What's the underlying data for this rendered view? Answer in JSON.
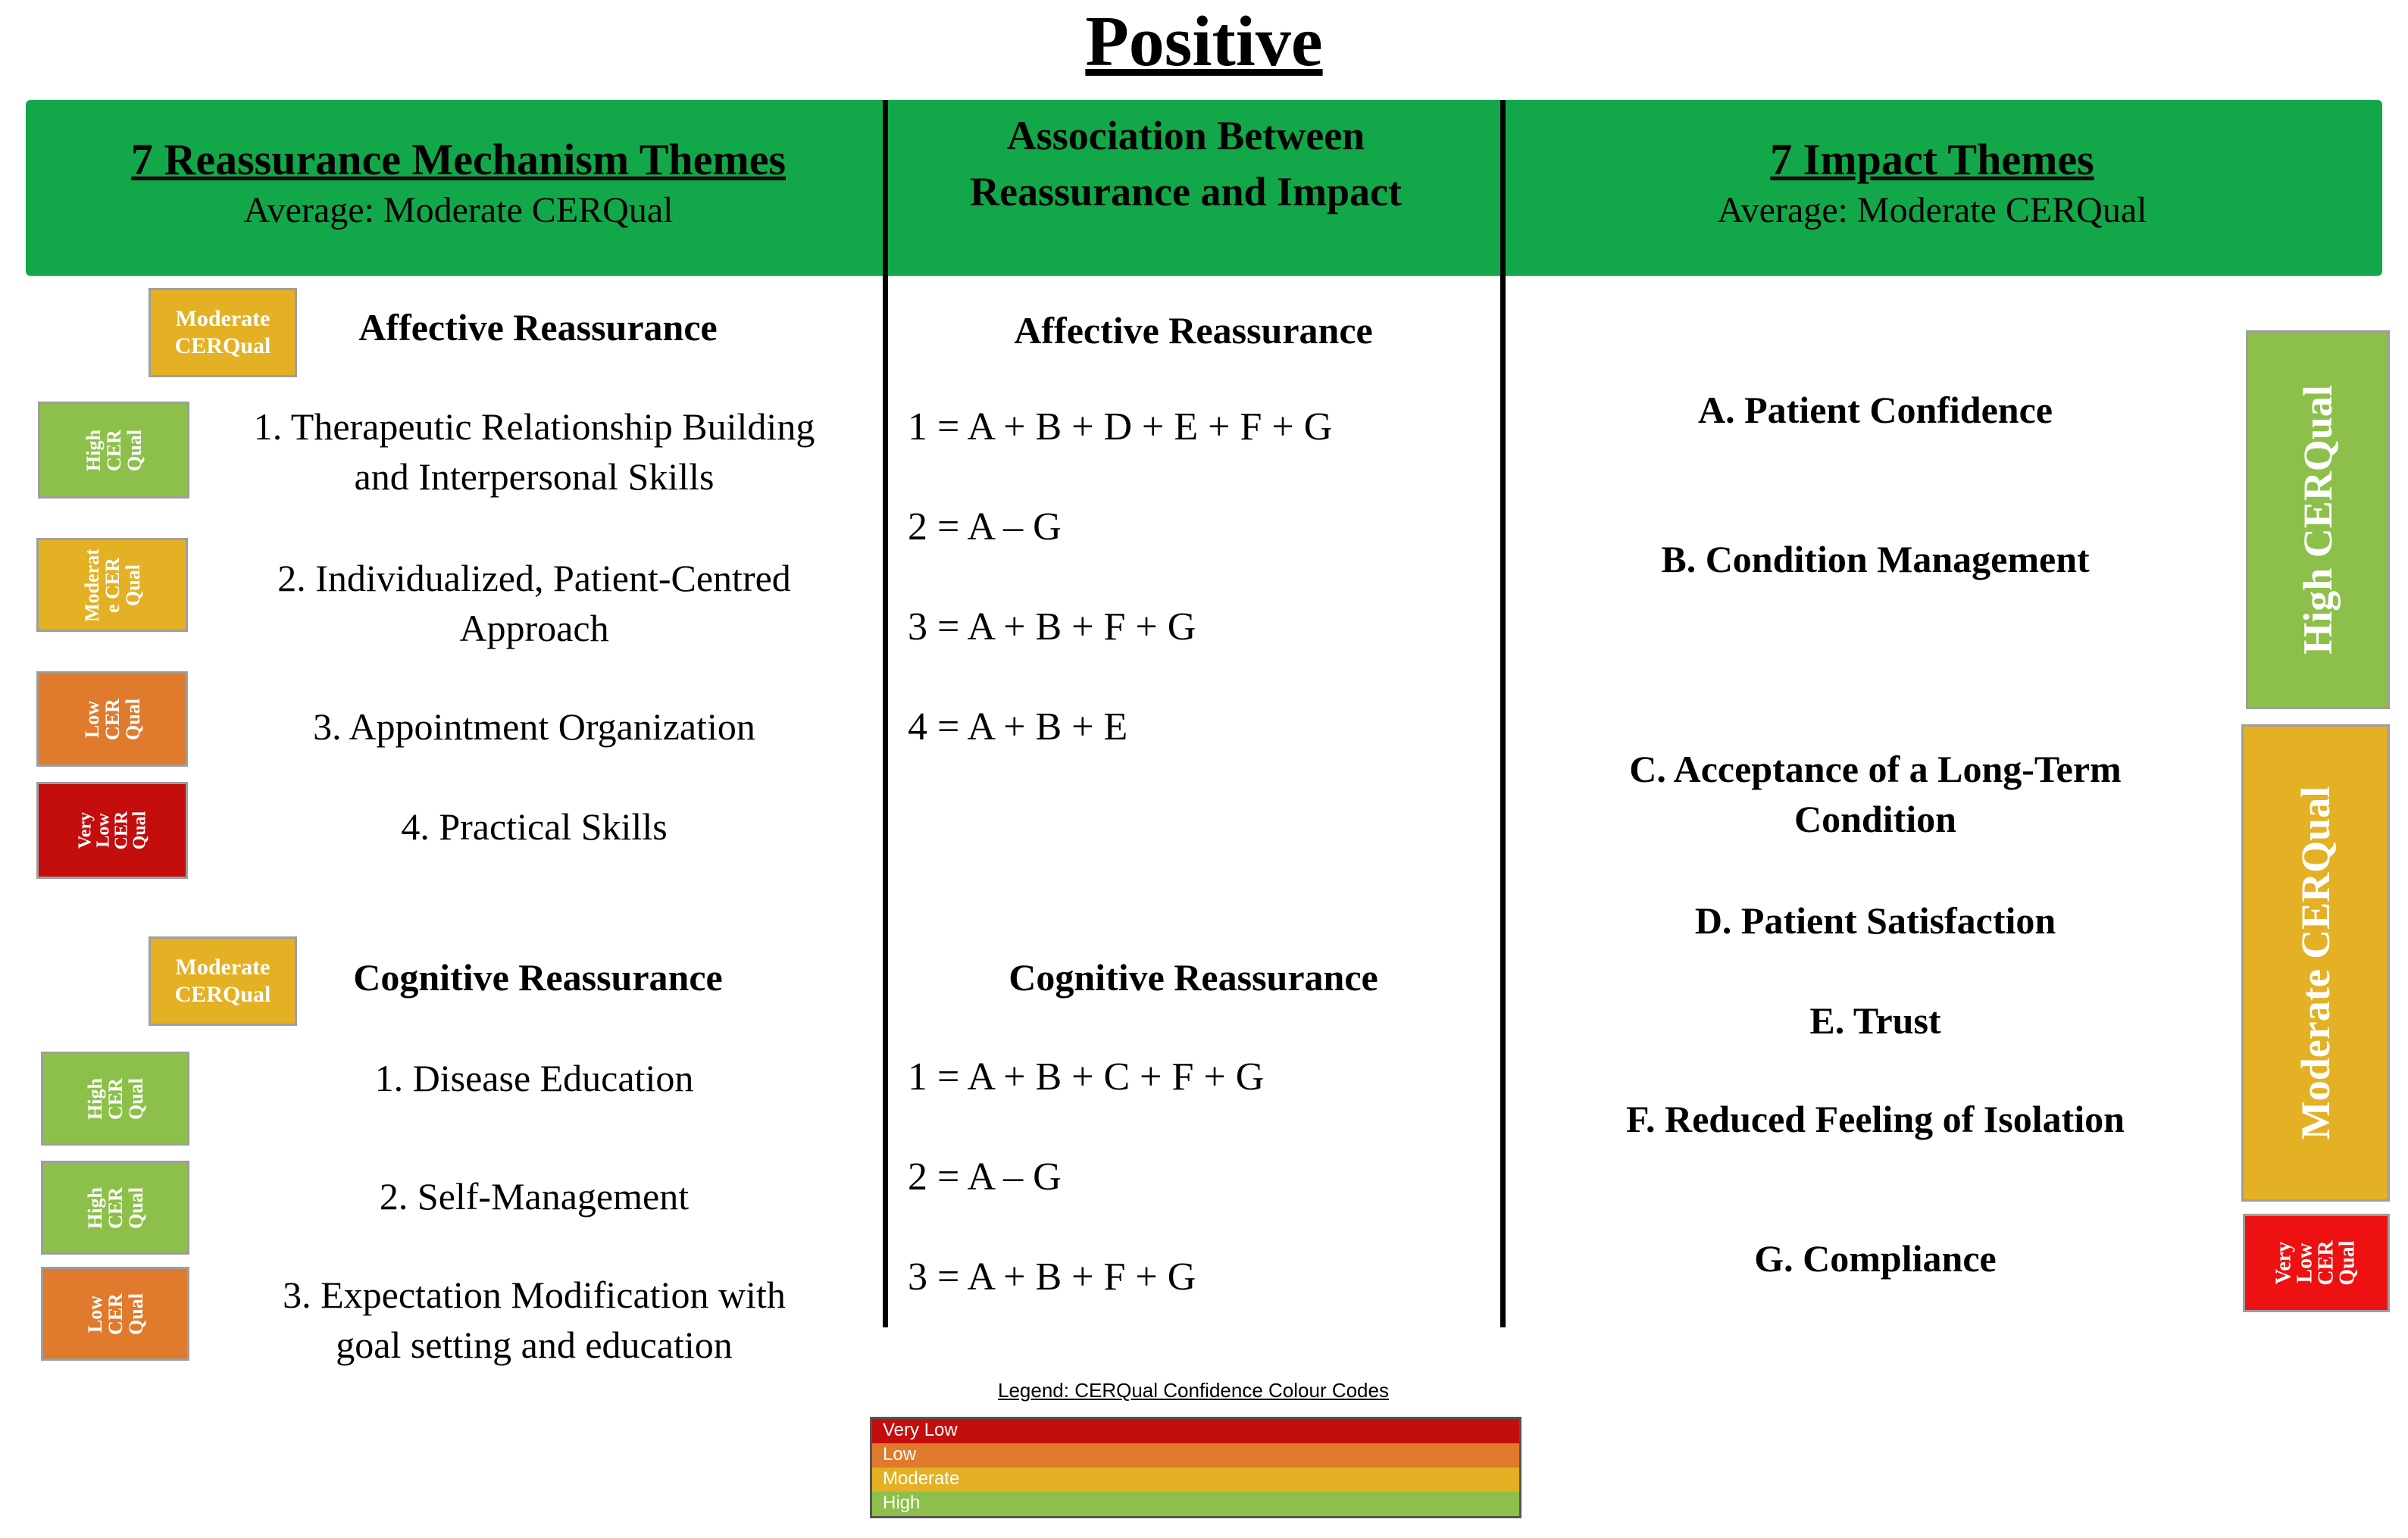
{
  "title": "Positive",
  "header": {
    "left_title": "7 Reassurance Mechanism Themes",
    "left_sub": "Average: Moderate CERQual",
    "mid_line1": "Association Between",
    "mid_line2": "Reassurance and Impact",
    "right_title": "7 Impact Themes",
    "right_sub": "Average: Moderate CERQual"
  },
  "affective": {
    "badge": "Moderate\nCERQual",
    "heading": "Affective Reassurance",
    "items": [
      {
        "line1": "1. Therapeutic Relationship Building",
        "line2": "and Interpersonal Skills",
        "badge": "High\nCER\nQual",
        "level": "high"
      },
      {
        "line1": "2. Individualized, Patient-Centred",
        "line2": "Approach",
        "badge": "Moderat\ne CER\nQual",
        "level": "moderate"
      },
      {
        "line1": "3. Appointment Organization",
        "line2": "",
        "badge": "Low\nCER\nQual",
        "level": "low"
      },
      {
        "line1": "4. Practical Skills",
        "line2": "",
        "badge": "Very\nLow\nCER\nQual",
        "level": "very-low"
      }
    ],
    "assoc_heading": "Affective Reassurance",
    "assoc": [
      "1 = A + B + D + E + F + G",
      "2 = A – G",
      "3 = A + B + F + G",
      "4 = A + B + E"
    ]
  },
  "cognitive": {
    "badge": "Moderate\nCERQual",
    "heading": "Cognitive Reassurance",
    "items": [
      {
        "line1": "1. Disease Education",
        "line2": "",
        "badge": "High\nCER\nQual",
        "level": "high"
      },
      {
        "line1": "2. Self-Management",
        "line2": "",
        "badge": "High\nCER\nQual",
        "level": "high"
      },
      {
        "line1": "3. Expectation Modification with",
        "line2": "goal setting and education",
        "badge": "Low\nCER\nQual",
        "level": "low"
      }
    ],
    "assoc_heading": "Cognitive Reassurance",
    "assoc": [
      "1 = A + B + C + F + G",
      "2 = A – G",
      "3 = A + B + F + G"
    ]
  },
  "impacts": [
    {
      "line1": "A. Patient Confidence",
      "line2": ""
    },
    {
      "line1": "B. Condition Management",
      "line2": ""
    },
    {
      "line1": "C. Acceptance of a Long-Term",
      "line2": "Condition"
    },
    {
      "line1": "D. Patient Satisfaction",
      "line2": ""
    },
    {
      "line1": "E. Trust",
      "line2": ""
    },
    {
      "line1": "F. Reduced Feeling of Isolation",
      "line2": ""
    },
    {
      "line1": "G. Compliance",
      "line2": ""
    }
  ],
  "sidebars": {
    "high": "High CERQual",
    "moderate": "Moderate CERQual",
    "very_low": "Very\nLow\nCER\nQual"
  },
  "legend": {
    "title": "Legend: CERQual Confidence Colour Codes",
    "rows": [
      {
        "label": "Very Low",
        "color": "#c40d0d"
      },
      {
        "label": "Low",
        "color": "#e07a2c"
      },
      {
        "label": "Moderate",
        "color": "#e4b024"
      },
      {
        "label": "High",
        "color": "#8cc04a"
      }
    ]
  }
}
